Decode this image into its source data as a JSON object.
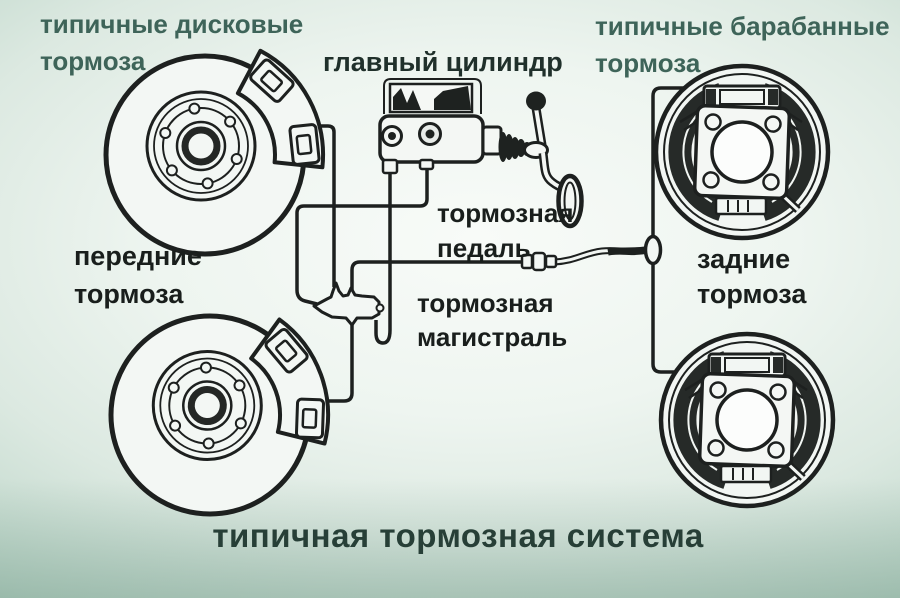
{
  "page": {
    "bottom_title": "типичная тормозная система"
  },
  "labels": {
    "disc_heading": {
      "line1": "типичные дисковые",
      "line2": "тормоза"
    },
    "drum_heading": {
      "line1": "типичные барабанные",
      "line2": "тормоза"
    },
    "master_cylinder": "главный цилиндр",
    "pedal": {
      "line1": "тормозная",
      "line2": "педаль"
    },
    "brake_line": {
      "line1": "тормозная",
      "line2": "магистраль"
    },
    "front_brakes": {
      "line1": "передние",
      "line2": "тормоза"
    },
    "rear_brakes": {
      "line1": "задние",
      "line2": "тормоза"
    }
  },
  "colors": {
    "heading_teal": "#3e6459",
    "label_ink": "#191e1c",
    "title_teal": "#273f37",
    "drawing_ink": "#1d201f",
    "background_edge": "#88af9e",
    "background_center": "#f8fbf8"
  },
  "diagram": {
    "parts": [
      "front-disc-brake-top",
      "front-disc-brake-bottom",
      "rear-drum-brake-top",
      "rear-drum-brake-bottom",
      "master-cylinder",
      "brake-pedal",
      "combination-valve",
      "brake-line-network",
      "flexible-hose",
      "tee-fitting"
    ]
  }
}
